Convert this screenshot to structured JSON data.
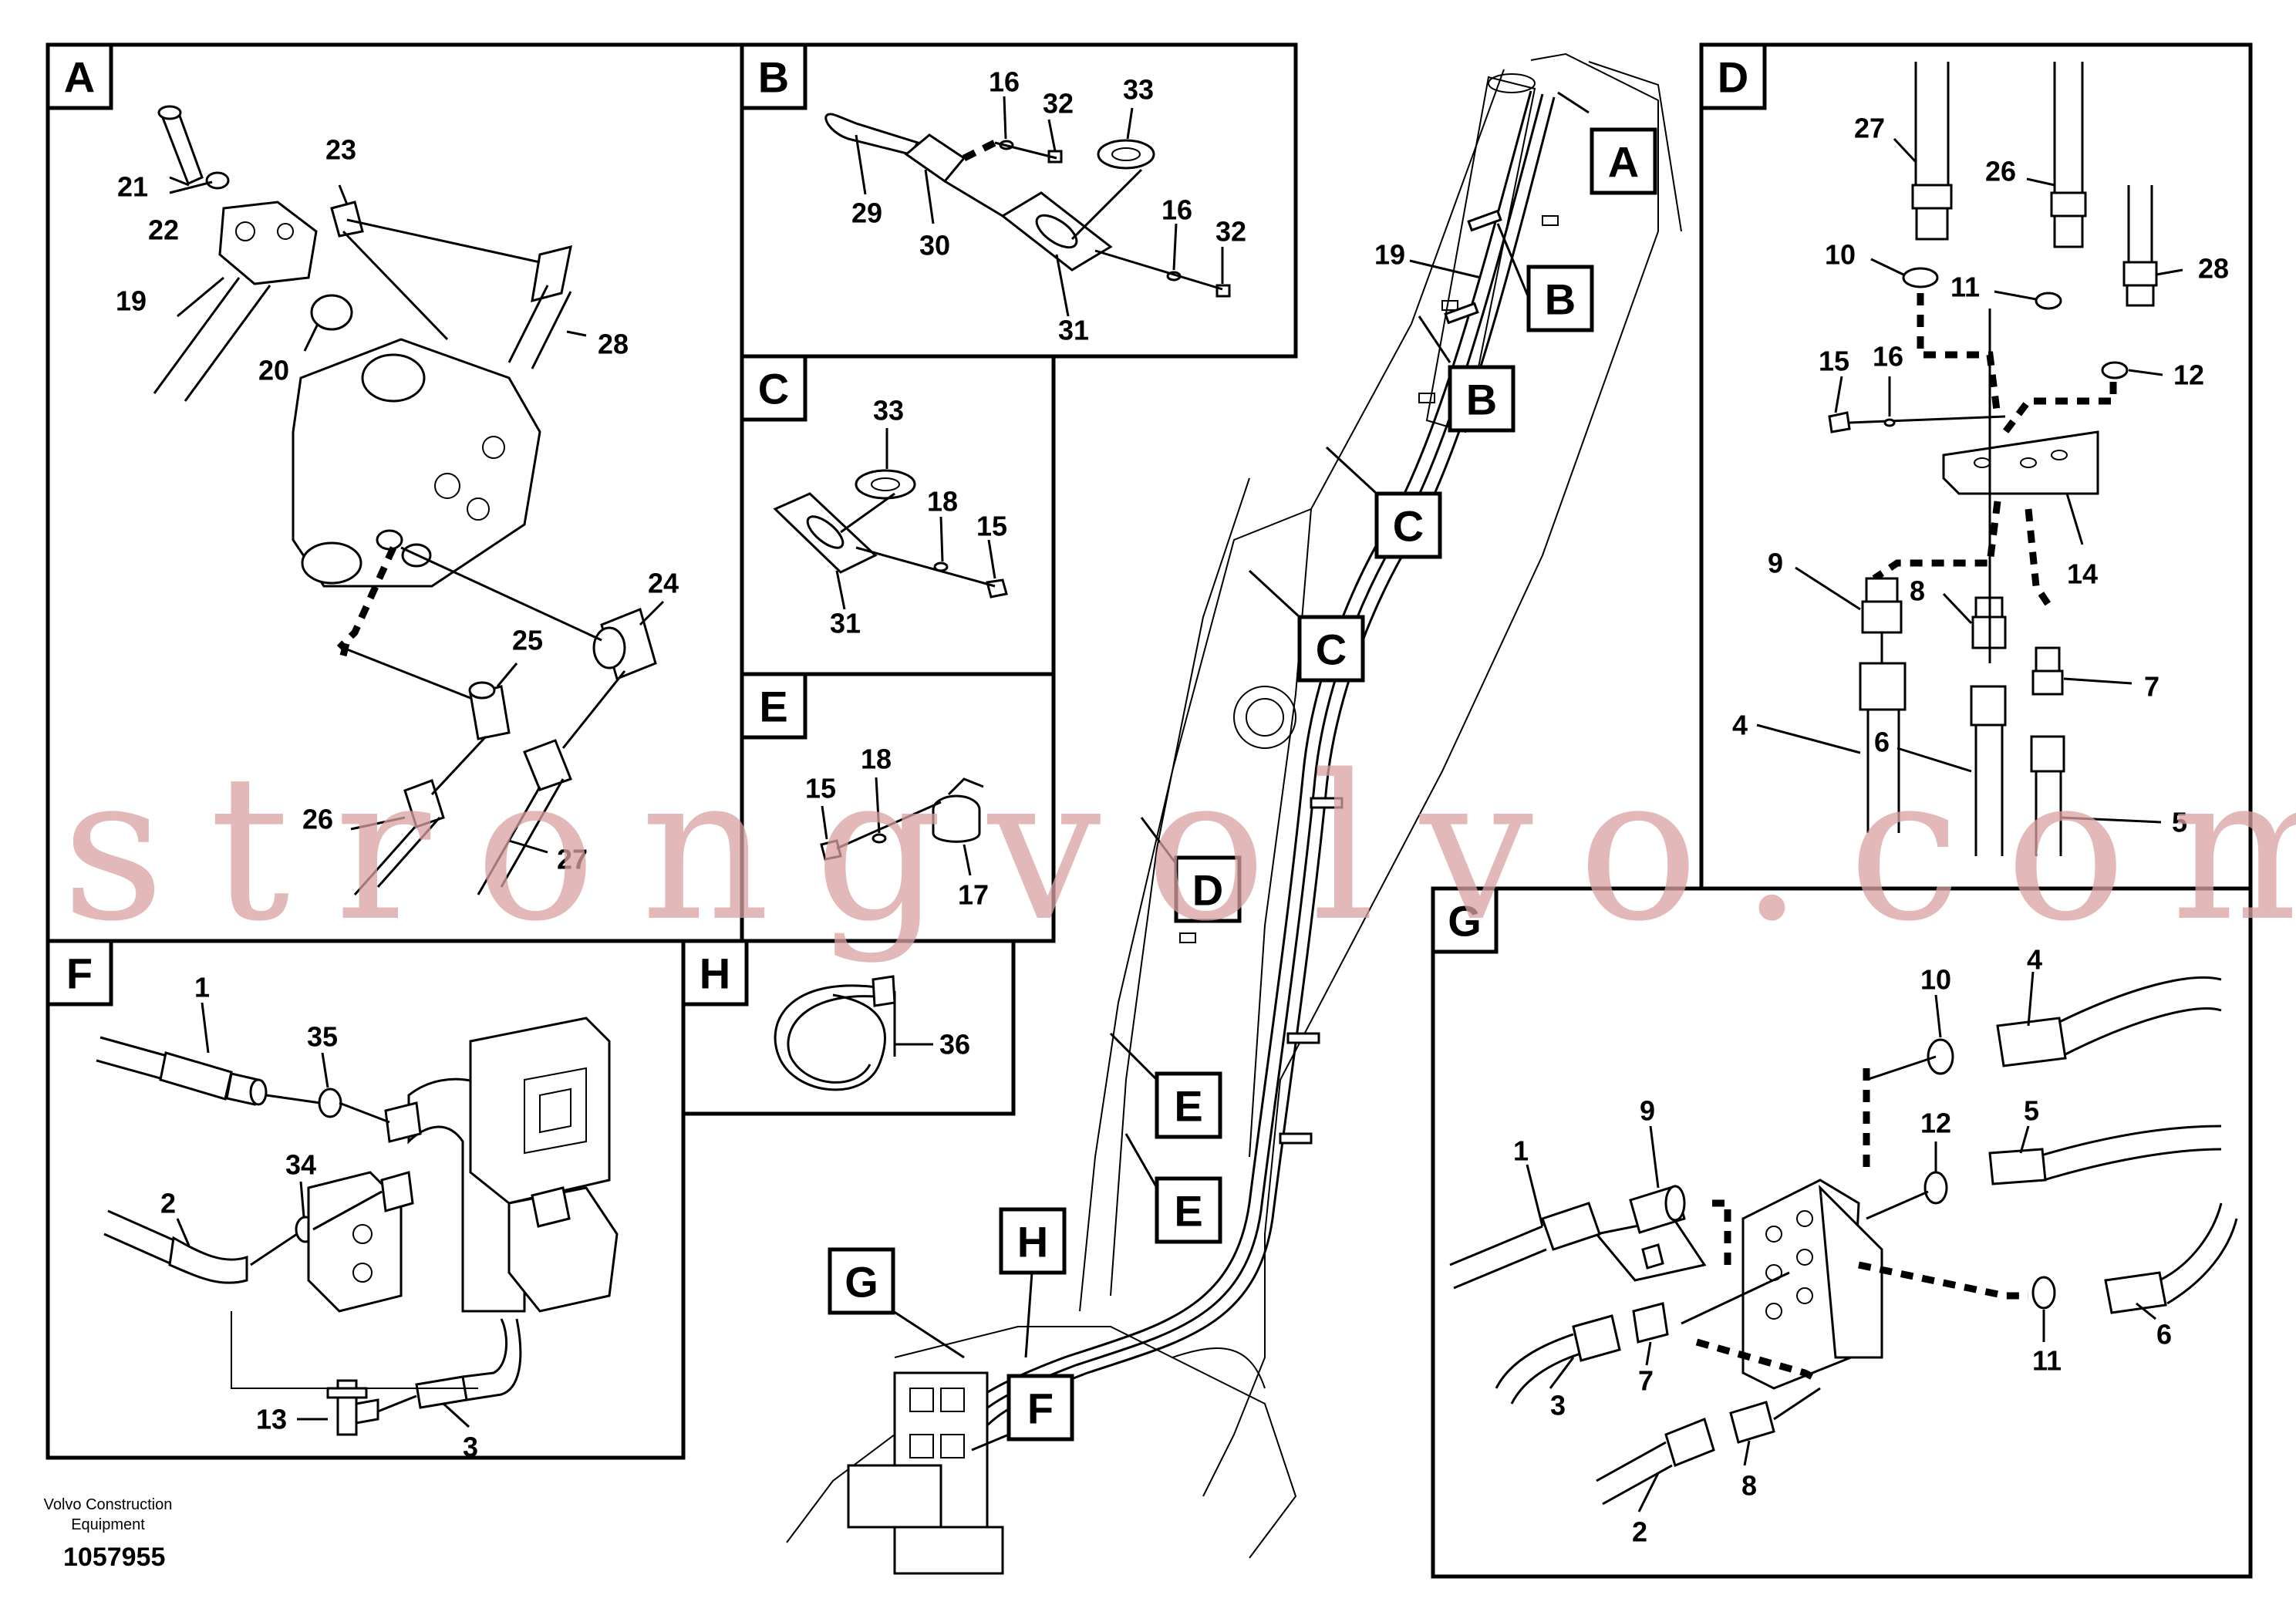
{
  "panels": [
    {
      "key": "A",
      "label": "A"
    },
    {
      "key": "B",
      "label": "B"
    },
    {
      "key": "C",
      "label": "C"
    },
    {
      "key": "D",
      "label": "D"
    },
    {
      "key": "E",
      "label": "E"
    },
    {
      "key": "F",
      "label": "F"
    },
    {
      "key": "G",
      "label": "G"
    },
    {
      "key": "H",
      "label": "H"
    }
  ],
  "callouts": [
    "A",
    "B",
    "B",
    "C",
    "C",
    "D",
    "E",
    "E",
    "F",
    "G",
    "H"
  ],
  "part_numbers": {
    "A": [
      "21",
      "22",
      "23",
      "19",
      "20",
      "28",
      "24",
      "25",
      "26",
      "27"
    ],
    "B": [
      "16",
      "32",
      "33",
      "29",
      "30",
      "31",
      "16",
      "32"
    ],
    "C": [
      "33",
      "18",
      "15",
      "31"
    ],
    "D": [
      "27",
      "26",
      "10",
      "11",
      "28",
      "15",
      "16",
      "12",
      "9",
      "14",
      "8",
      "7",
      "4",
      "6",
      "5"
    ],
    "E": [
      "18",
      "15",
      "17"
    ],
    "F": [
      "1",
      "35",
      "2",
      "34",
      "13",
      "3"
    ],
    "G": [
      "4",
      "10",
      "9",
      "1",
      "5",
      "12",
      "6",
      "11",
      "3",
      "7",
      "2",
      "8"
    ],
    "H": [
      "36"
    ],
    "main": [
      "19"
    ]
  },
  "watermark": "strongvolvo.com",
  "footer": {
    "line1": "Volvo Construction",
    "line2": "Equipment",
    "doc_number": "1057955"
  }
}
